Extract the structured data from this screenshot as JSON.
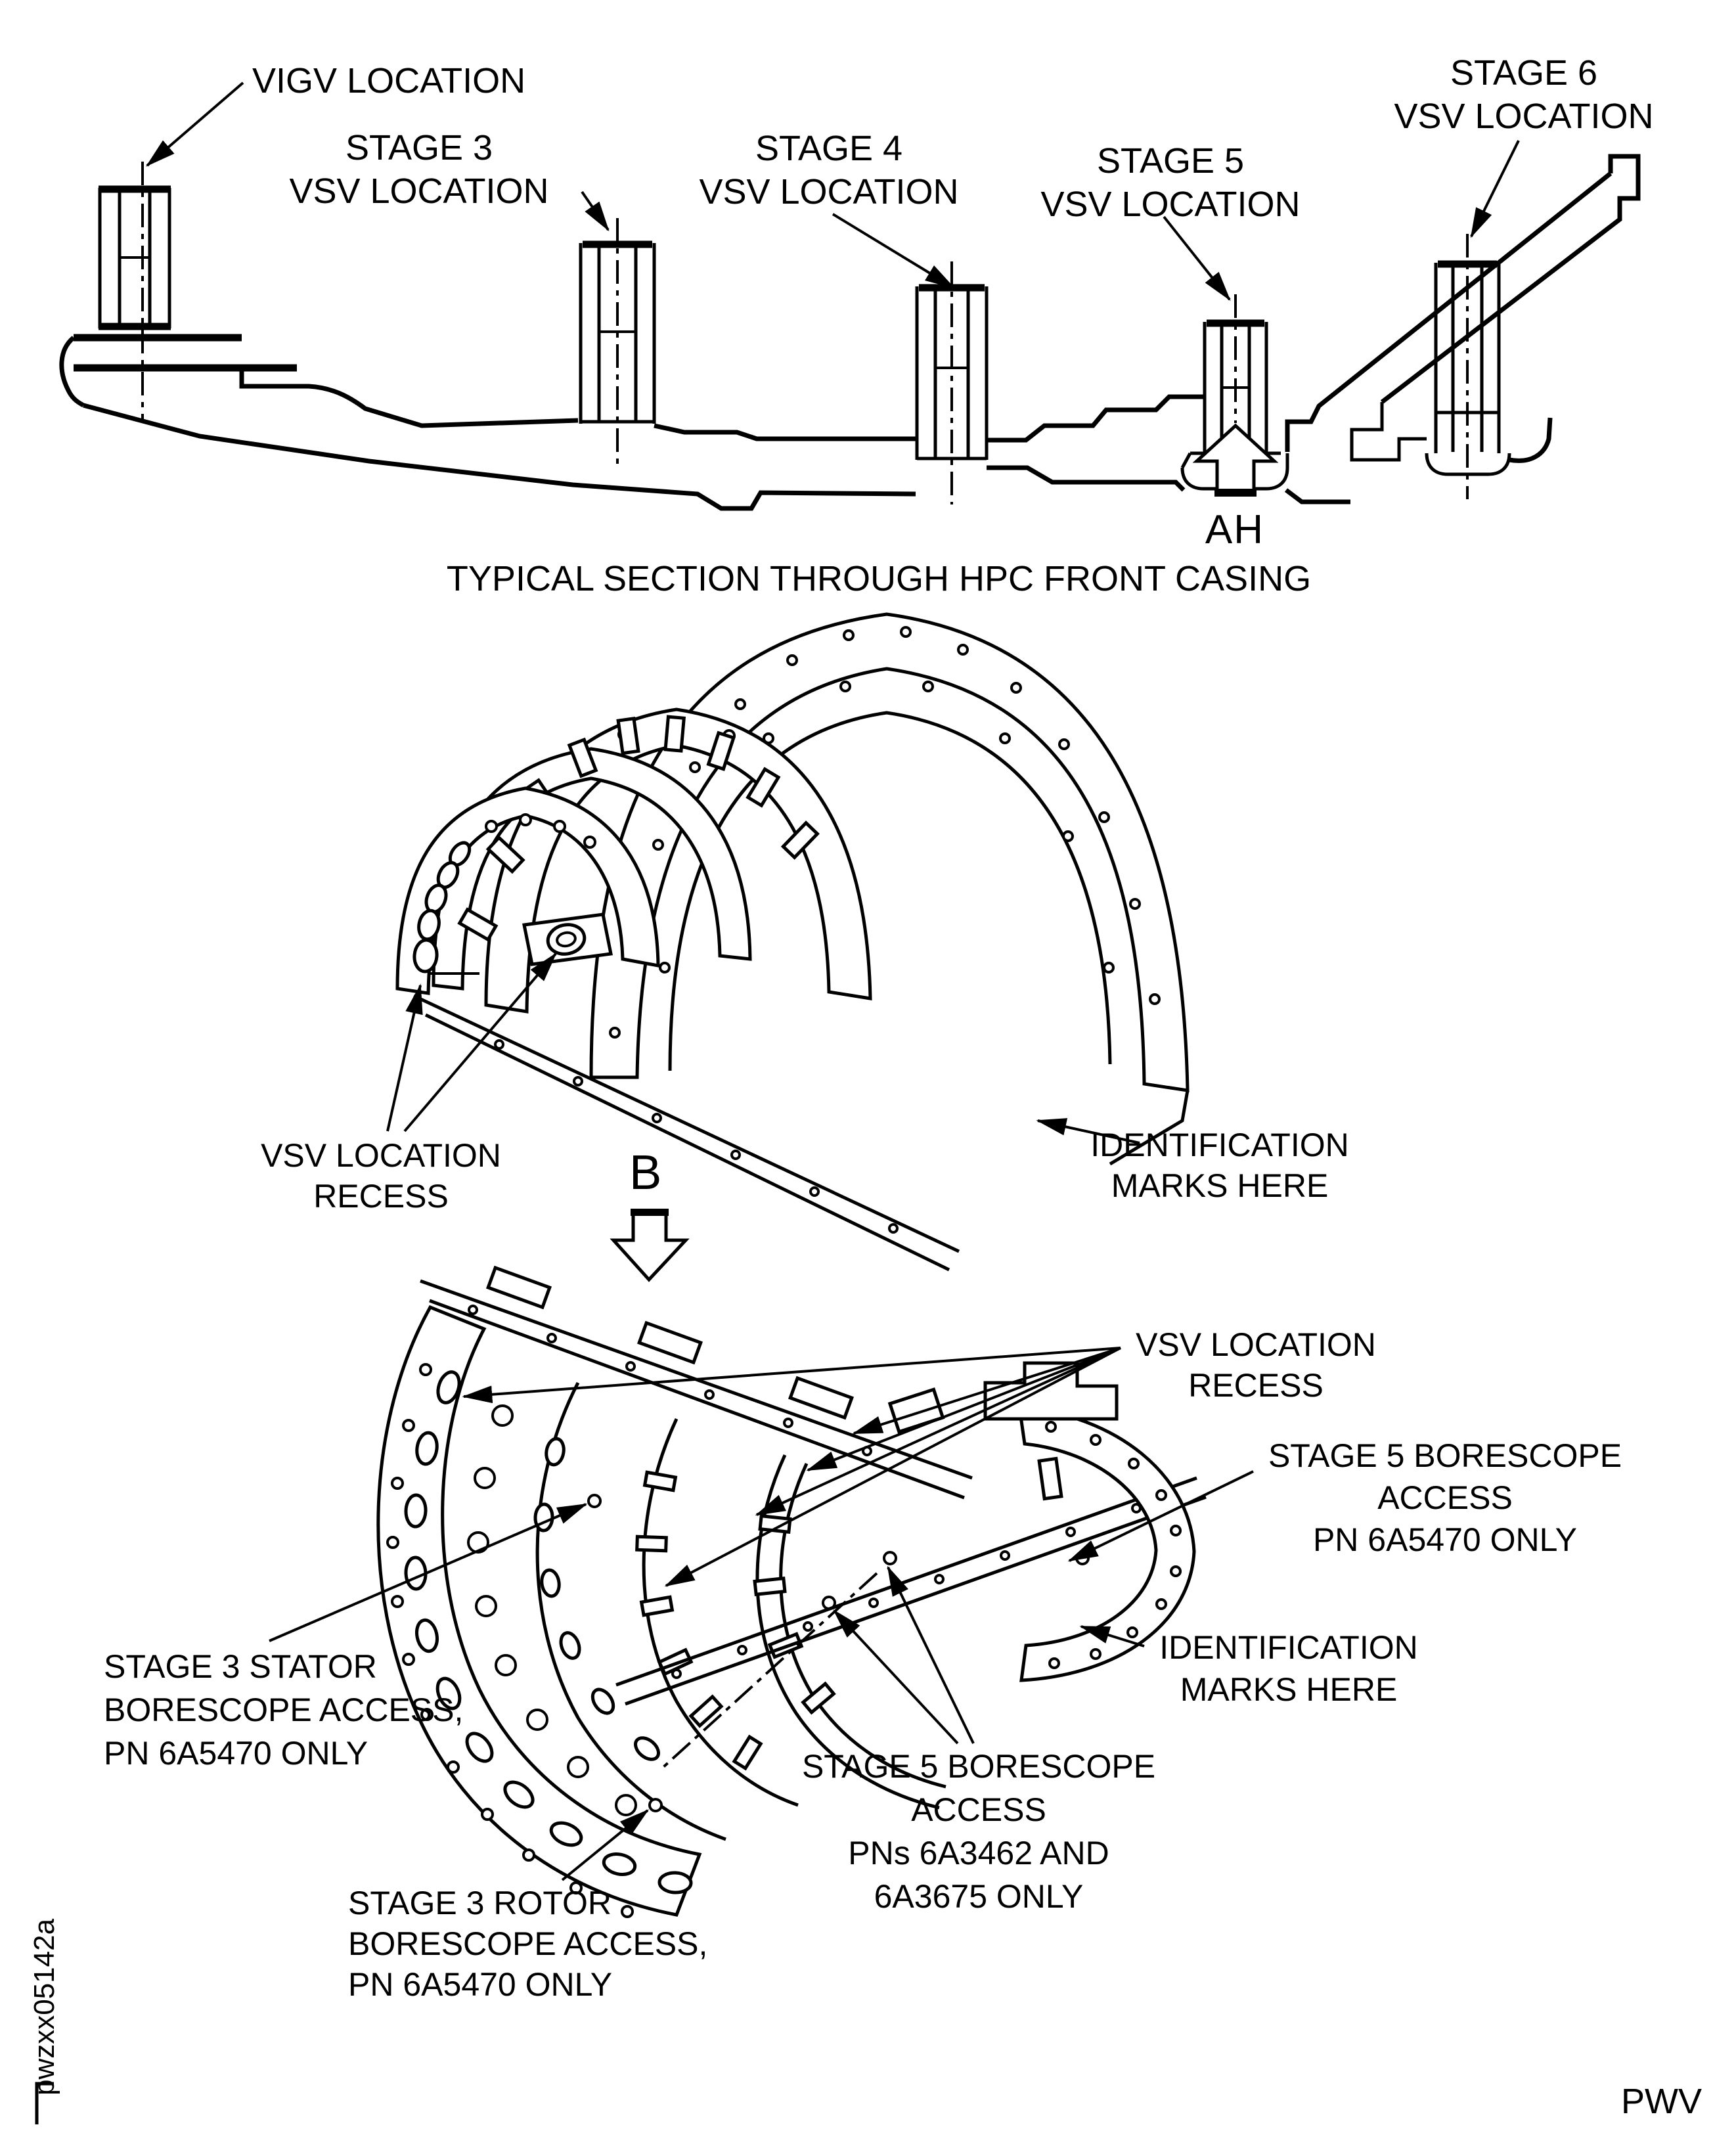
{
  "page": {
    "background": "#ffffff",
    "ink": "#000000"
  },
  "top_section": {
    "labels": {
      "vigv": "VIGV LOCATION",
      "stage3": [
        "STAGE 3",
        "VSV LOCATION"
      ],
      "stage4": [
        "STAGE 4",
        "VSV LOCATION"
      ],
      "stage5": [
        "STAGE 5",
        "VSV LOCATION"
      ],
      "stage6": [
        "STAGE 6",
        "VSV LOCATION"
      ]
    },
    "view_arrow_letter": "AH",
    "caption": "TYPICAL SECTION THROUGH HPC FRONT CASING"
  },
  "upper_half": {
    "vsv_recess": [
      "VSV LOCATION",
      "RECESS"
    ],
    "detail_arrow_letter": "B",
    "id_marks": [
      "IDENTIFICATION",
      "MARKS HERE"
    ]
  },
  "lower_half": {
    "vsv_recess": [
      "VSV LOCATION",
      "RECESS"
    ],
    "stage5_access_pn6a5470": [
      "STAGE 5 BORESCOPE",
      "ACCESS",
      "PN 6A5470 ONLY"
    ],
    "id_marks": [
      "IDENTIFICATION",
      "MARKS HERE"
    ],
    "stage5_access_pns": [
      "STAGE 5 BORESCOPE",
      "ACCESS",
      "PNs 6A3462 AND",
      "6A3675 ONLY"
    ],
    "stage3_stator": [
      "STAGE 3 STATOR",
      "BORESCOPE ACCESS,",
      "PN 6A5470 ONLY"
    ],
    "stage3_rotor": [
      "STAGE 3 ROTOR",
      "BORESCOPE ACCESS,",
      "PN 6A5470 ONLY"
    ]
  },
  "footer": {
    "figure_code": "pwzxx05142a",
    "publisher_code": "PWV"
  }
}
